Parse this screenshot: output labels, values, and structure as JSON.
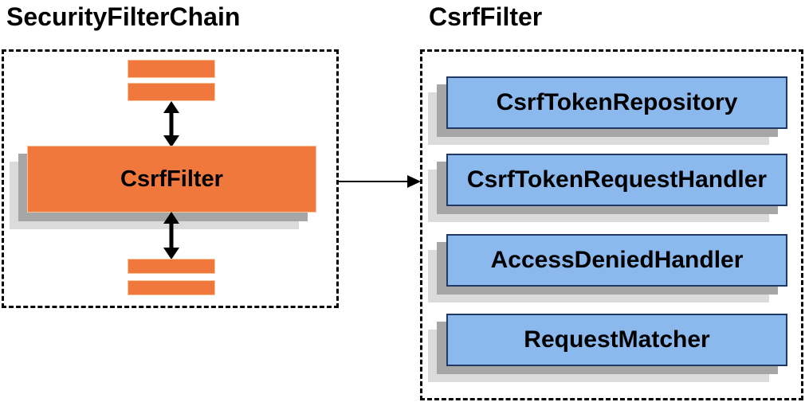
{
  "diagram": {
    "left_panel": {
      "title": "SecurityFilterChain",
      "filter_box_label": "CsrfFilter"
    },
    "right_panel": {
      "title": "CsrfFilter",
      "components": [
        {
          "label": "CsrfTokenRepository"
        },
        {
          "label": "CsrfTokenRequestHandler"
        },
        {
          "label": "AccessDeniedHandler"
        },
        {
          "label": "RequestMatcher"
        }
      ]
    },
    "colors": {
      "orange_fill": "#F1783C",
      "orange_border": "#F9C49A",
      "blue_fill": "#8BB9EE",
      "blue_border": "#1F3864",
      "shadow_mid": "#A6A6A6",
      "shadow_light": "#DBDBDB",
      "arrow": "#000000",
      "text": "#000000"
    }
  }
}
